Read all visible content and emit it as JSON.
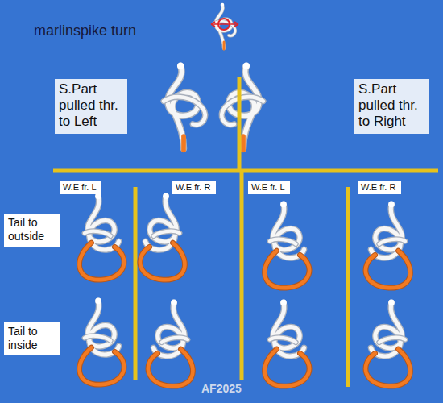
{
  "diagram": {
    "nodes": [
      {
        "text": [
          "S.Part pulled thr. to Left"
        ]
      },
      {
        "text": [
          "S.Part pulled thr. to Right"
        ]
      },
      {
        "text": [
          "W.E fr. L"
        ]
      },
      {
        "text": [
          "W.E fr. R"
        ]
      },
      {
        "text": [
          "W.E fr. L"
        ]
      },
      {
        "text": [
          "W.E fr. R"
        ]
      },
      {
        "text": [
          "Tail to outside"
        ]
      },
      {
        "text": [
          "Tail to inside"
        ]
      }
    ],
    "labels": [
      "marlinspike turn",
      "AF2025"
    ]
  }
}
